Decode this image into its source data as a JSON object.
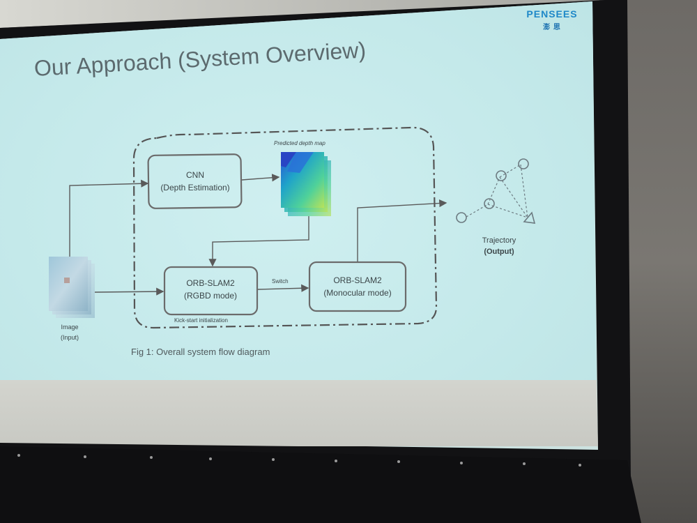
{
  "logo": {
    "main": "PENSEES",
    "sub": "澎 思"
  },
  "slide": {
    "title": "Our Approach (System Overview)",
    "caption": "Fig 1: Overall system flow diagram"
  },
  "diagram": {
    "cnn": {
      "line1": "CNN",
      "line2": "(Depth Estimation)"
    },
    "depth_map_label": "Predicted depth map",
    "orb_rgbd": {
      "line1": "ORB-SLAM2",
      "line2": "(RGBD mode)"
    },
    "orb_mono": {
      "line1": "ORB-SLAM2",
      "line2": "(Monocular mode)"
    },
    "switch_label": "Switch",
    "kickstart_label": "Kick-start initialization",
    "image": {
      "line1": "Image",
      "line2": "(Input)"
    },
    "trajectory": {
      "line1": "Trajectory",
      "line2": "(Output)"
    }
  },
  "colors": {
    "slide_bg": "#c4e9ea",
    "box_stroke": "#6b6b6b",
    "logo_blue": "#1e88c8",
    "title_gray": "#5c6a6e"
  },
  "icons": [
    "depth-map-stack-image",
    "input-image-stack",
    "trajectory-graph-icon"
  ]
}
